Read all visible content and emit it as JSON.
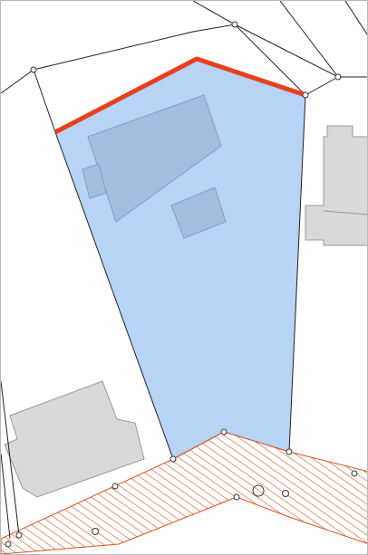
{
  "map": {
    "colors": {
      "background": "#ffffff",
      "parcel_line": "#222222",
      "selected_parcel_fill": "#b7d3f5",
      "selected_parcel_edge": "#e8401c",
      "building_in_selection": "#a5bde0",
      "building_outline_in_selection": "#7f9dc9",
      "building_other": "#d9d9d9",
      "building_outline_other": "#9a9a9a",
      "road_hatch": "#d8531f",
      "road_outline": "#d8531f",
      "vertex_fill": "#ffffff"
    },
    "layers": {
      "selected_parcel": "selected-parcel",
      "highlighted_boundary": "highlighted-boundary",
      "road_corridor": "road-corridor",
      "buildings": "buildings",
      "vertices": "parcel-vertices"
    }
  }
}
